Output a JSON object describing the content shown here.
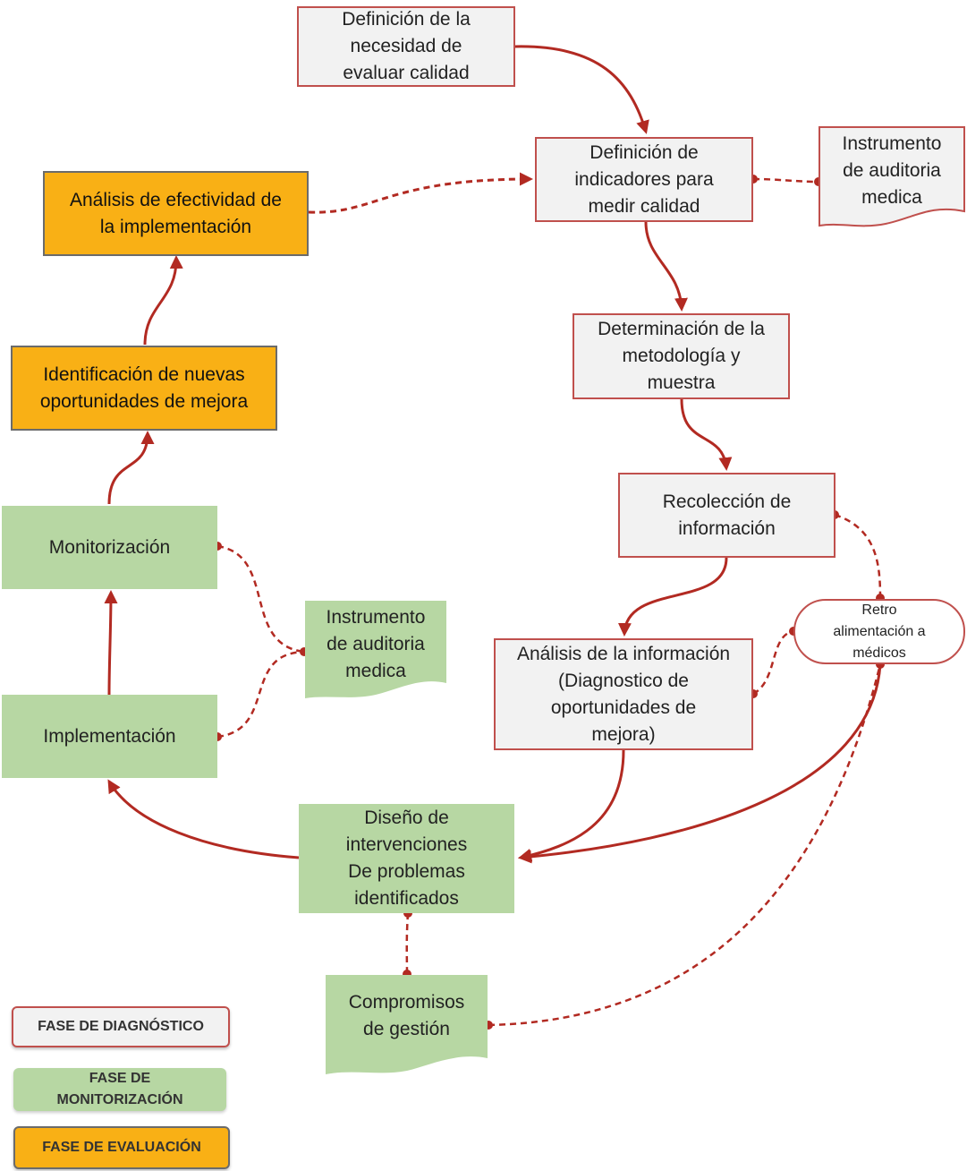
{
  "nodes": {
    "definicion_necesidad": "Definición de la\nnecesidad de\nevaluar calidad",
    "definicion_indicadores": "Definición de\nindicadores para\nmedir calidad",
    "instrumento_diag": "Instrumento\nde auditoria\nmedica",
    "determinacion": "Determinación de la\nmetodología y\nmuestra",
    "recoleccion": "Recolección de\ninformación",
    "retro": "Retro\nalimentación a\nmédicos",
    "analisis_info": "Análisis de la información\n(Diagnostico de\noportunidades de\nmejora)",
    "diseno": "Diseño de\nintervenciones\nDe problemas\nidentificados",
    "compromisos": "Compromisos\nde gestión",
    "implementacion": "Implementación",
    "monitorizacion": "Monitorización",
    "instrumento_mon": "Instrumento\nde auditoria\nmedica",
    "identificacion": "Identificación de nuevas\noportunidades de mejora",
    "analisis_efectividad": "Análisis de efectividad de\nla implementación"
  },
  "legend": {
    "diagnostico": "FASE DE DIAGNÓSTICO",
    "monitorizacion": "FASE DE\nMONITORIZACIÓN",
    "evaluacion": "FASE DE EVALUACIÓN"
  },
  "colors": {
    "diagnostico_fill": "#f2f2f2",
    "diagnostico_border": "#c0504d",
    "monitorizacion_fill": "#b7d7a3",
    "evaluacion_fill": "#f9b015",
    "connector": "#b22a22"
  }
}
